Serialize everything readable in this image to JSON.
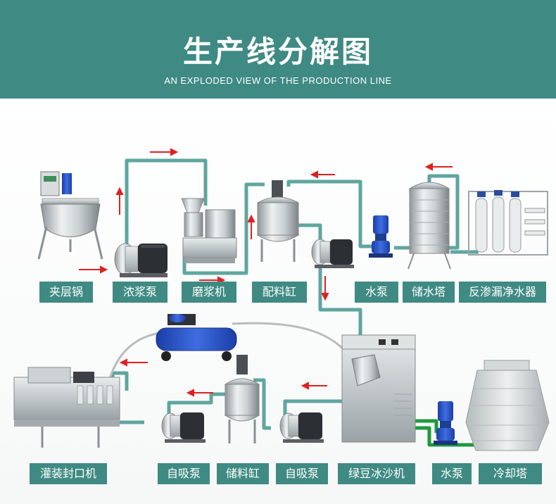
{
  "header": {
    "title": "生产线分解图",
    "subtitle": "AN EXPLODED VIEW OF THE PRODUCTION LINE"
  },
  "colors": {
    "banner": "#3f8a83",
    "pipe": "#5fa59f",
    "green_pipe": "#1e9a3c",
    "arrow": "#e02020",
    "air_hose": "#b8bcbc"
  },
  "top_row_labels": [
    "夹层锅",
    "浓浆泵",
    "磨浆机",
    "配料缸",
    "水泵",
    "储水塔",
    "反渗漏净水器"
  ],
  "bottom_row_labels": [
    "灌装封口机",
    "自吸泵",
    "储料缸",
    "自吸泵",
    "绿豆冰沙机",
    "水泵",
    "冷却塔"
  ]
}
